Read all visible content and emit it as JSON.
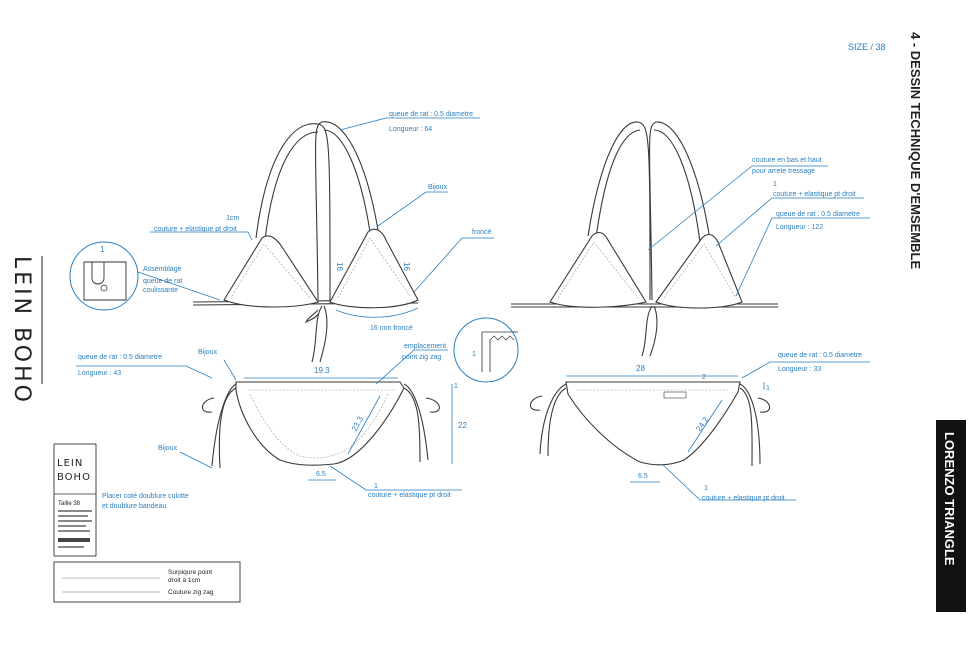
{
  "page": {
    "size_label": "SIZE / 38",
    "section_title": "4 - DESSIN TECHNIQUE D'EMSEMBLE",
    "model_name": "LORENZO TRIANGLE",
    "brand": "LEIN BOHO"
  },
  "top_front": {
    "strap_note_1": "queue de rat : 0.5 diametre",
    "strap_note_2": "Longueur : 64",
    "bijoux": "Bijoux",
    "fronce": "froncé",
    "edge_1": "1cm",
    "edge_2": "couture + elastique pt droit",
    "assemblage_1": "Assemblage",
    "assemblage_2": "queue de rat",
    "assemblage_3": "coulissante",
    "side_left": "16",
    "side_right": "16",
    "bottom": "16 non froncé",
    "detail_dim": "1"
  },
  "top_back": {
    "note_1": "couture en bas et haut",
    "note_2": "pour arrete tressage",
    "seam_1": "1",
    "seam_2": "couture + elastique pt droit",
    "strap_1": "queue de rat : 0.5 diametre",
    "strap_2": "Longueur : 122"
  },
  "bottom_front": {
    "strap_1": "queue de rat : 0.5 diametre",
    "strap_2": "Longueur : 43",
    "bijoux_top": "Bijoux",
    "bijoux_bottom": "Bijoux",
    "width": "19.3",
    "diag": "23.3",
    "height": "22",
    "side": "1",
    "crotch": "6.5",
    "seam_1": "1",
    "seam_2": "couture + elastique pt droit",
    "placement_1": "emplacement",
    "placement_2": "point zig zag",
    "detail_dim": "1"
  },
  "bottom_back": {
    "strap_1": "queue de rat : 0.5 diametre",
    "strap_2": "Longueur : 33",
    "width": "28",
    "side": "1",
    "small": "2",
    "diag": "24.2",
    "crotch": "6.5",
    "seam_1": "1",
    "seam_2": "couture + elastique pt droit"
  },
  "label_tag": {
    "brand_l1": "LEIN",
    "brand_l2": "BOHO",
    "size": "Taille 38",
    "note_1": "Placer coté doublure culotte",
    "note_2": "et doublure bandeau"
  },
  "legend": {
    "item_1a": "Surpiqure point",
    "item_1b": "droit à 1cm",
    "item_2": "Couture zig zag"
  }
}
